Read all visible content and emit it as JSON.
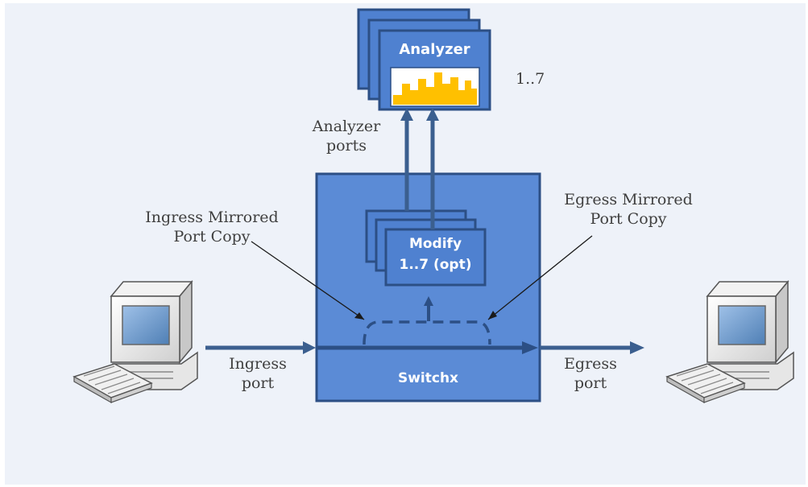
{
  "analyzer": {
    "title": "Analyzer",
    "count": "1..7",
    "ports_label_line1": "Analyzer",
    "ports_label_line2": "ports"
  },
  "switch": {
    "label": "Switchx"
  },
  "modify": {
    "line1": "Modify",
    "line2": "1..7 (opt)"
  },
  "ingress_mirrored": {
    "line1": "Ingress Mirrored",
    "line2": "Port Copy"
  },
  "egress_mirrored": {
    "line1": "Egress Mirrored",
    "line2": "Port Copy"
  },
  "ingress_port": {
    "line1": "Ingress",
    "line2": "port"
  },
  "egress_port": {
    "line1": "Egress",
    "line2": "port"
  },
  "colors": {
    "box_fill": "#4f81d0",
    "box_stroke": "#2c4f85",
    "arrow": "#3b5f8f",
    "chart_bars": "#ffc000"
  }
}
